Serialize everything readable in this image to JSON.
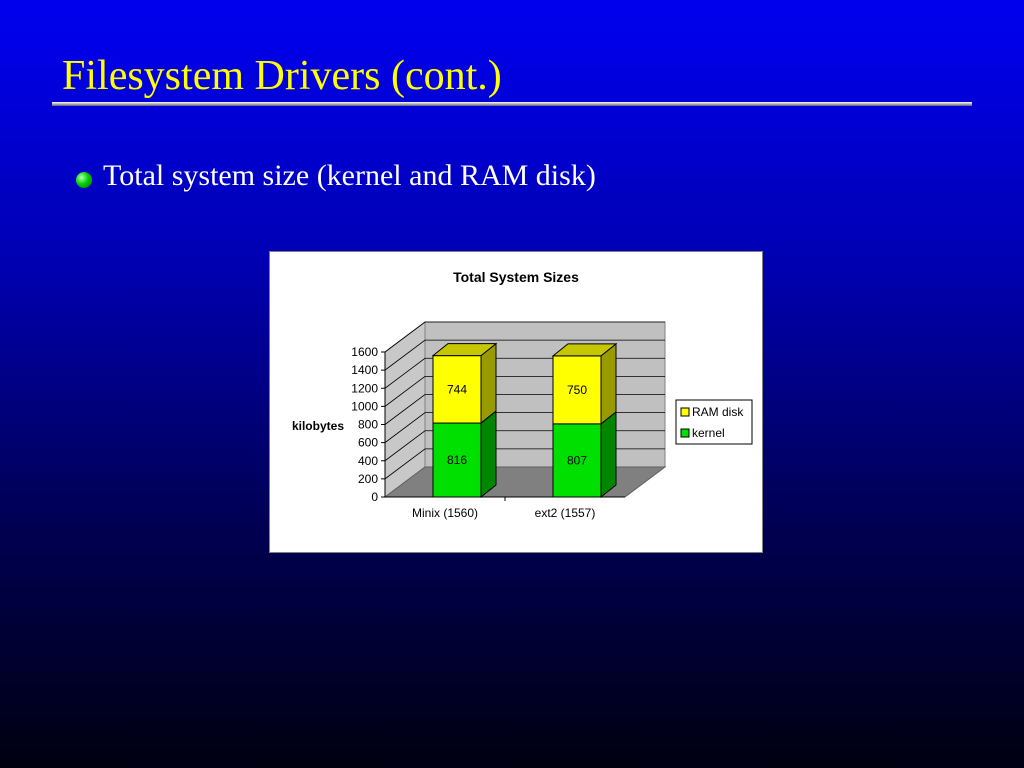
{
  "slide": {
    "title": "Filesystem Drivers (cont.)",
    "bullet": "Total system size (kernel and RAM disk)"
  },
  "colors": {
    "title": "#ffff00",
    "bullet": "#00c000",
    "kernel": "#00e000",
    "ram_disk": "#ffff00"
  },
  "chart_data": {
    "type": "bar",
    "stacked": true,
    "three_d": true,
    "title": "Total System Sizes",
    "ylabel": "kilobytes",
    "xlabel": "",
    "categories": [
      "Minix (1560)",
      "ext2 (1557)"
    ],
    "series": [
      {
        "name": "kernel",
        "values": [
          816,
          807
        ],
        "color": "#00e000"
      },
      {
        "name": "RAM disk",
        "values": [
          744,
          750
        ],
        "color": "#ffff00"
      }
    ],
    "ylim": [
      0,
      1600
    ],
    "yticks": [
      0,
      200,
      400,
      600,
      800,
      1000,
      1200,
      1400,
      1600
    ],
    "data_labels": true,
    "grid": true,
    "legend": "right"
  }
}
